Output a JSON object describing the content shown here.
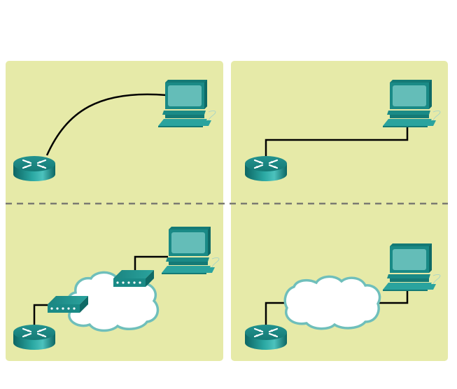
{
  "diagram": {
    "title": "",
    "background_color": "#e6eaa8",
    "device_color": "#1a8a86",
    "cable_color": "#000000",
    "divider_color": "#7a7a72",
    "cloud_fill": "#ffffff",
    "cloud_stroke": "#6fbfbb",
    "scenarios": [
      {
        "id": "top-left",
        "devices": [
          "router",
          "pc"
        ],
        "link": "curved-cable"
      },
      {
        "id": "top-right",
        "devices": [
          "router",
          "pc"
        ],
        "link": "straight-cable"
      },
      {
        "id": "bottom-left",
        "devices": [
          "router",
          "modem",
          "cloud",
          "modem",
          "pc"
        ],
        "link": "via-modems-and-cloud"
      },
      {
        "id": "bottom-right",
        "devices": [
          "router",
          "cloud",
          "pc"
        ],
        "link": "via-cloud"
      }
    ]
  }
}
